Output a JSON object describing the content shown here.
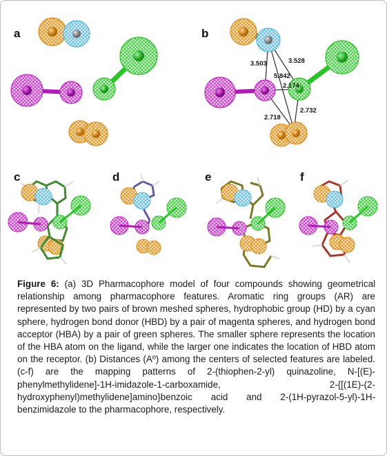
{
  "panels": {
    "a": "a",
    "b": "b",
    "c": "c",
    "d": "d",
    "e": "e",
    "f": "f"
  },
  "distances": [
    "3.503",
    "3.528",
    "5.842",
    "2.174",
    "2.732",
    "2.718"
  ],
  "caption": {
    "label": "Figure 6:",
    "text": "(a) 3D Pharmacophore model of four compounds showing geometrical relationship among pharmacophore features. Aromatic ring groups (AR) are represented by two pairs of brown meshed spheres, hydrophobic group (HD) by a cyan sphere, hydrogen bond donor (HBD) by a pair of magenta spheres, and hydrogen bond acceptor (HBA) by a pair of green spheres. The smaller sphere represents the location of the HBA atom on the ligand, while the larger one indicates the location of HBD atom on the receptor. (b) Distances (Aº) among the centers of selected features are labeled. (c-f) are the mapping patterns of 2-(thiophen-2-yl) quinazoline, N-[(E)-phenylmethylidene]-1H-imidazole-1-carboxamide, 2-{[(1E)-(2-hydroxyphenyl)methylidene]amino}benzoic acid and 2-(1H-pyrazol-5-yl)-1H-benzimidazole to the pharmacophore, respectively."
  },
  "colors": {
    "aromatic": "#e8961e",
    "hydrophobic": "#6fc3e8",
    "donor": "#c21fc7",
    "acceptor": "#2fd12f"
  }
}
